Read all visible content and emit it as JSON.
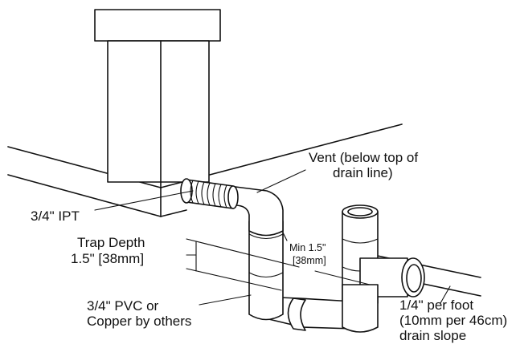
{
  "diagram": {
    "labels": {
      "vent_line1": "Vent (below top of",
      "vent_line2": "drain line)",
      "ipt": "3/4\" IPT",
      "trap_line1": "Trap Depth",
      "trap_line2": "1.5\" [38mm]",
      "min_line1": "Min 1.5\"",
      "min_line2": "[38mm]",
      "pvc_line1": "3/4\" PVC or",
      "pvc_line2": "Copper by others",
      "slope_line1": "1/4\" per foot",
      "slope_line2": "(10mm per 46cm)",
      "slope_line3": "drain slope"
    },
    "colors": {
      "stroke": "#111111",
      "background": "#ffffff"
    }
  }
}
